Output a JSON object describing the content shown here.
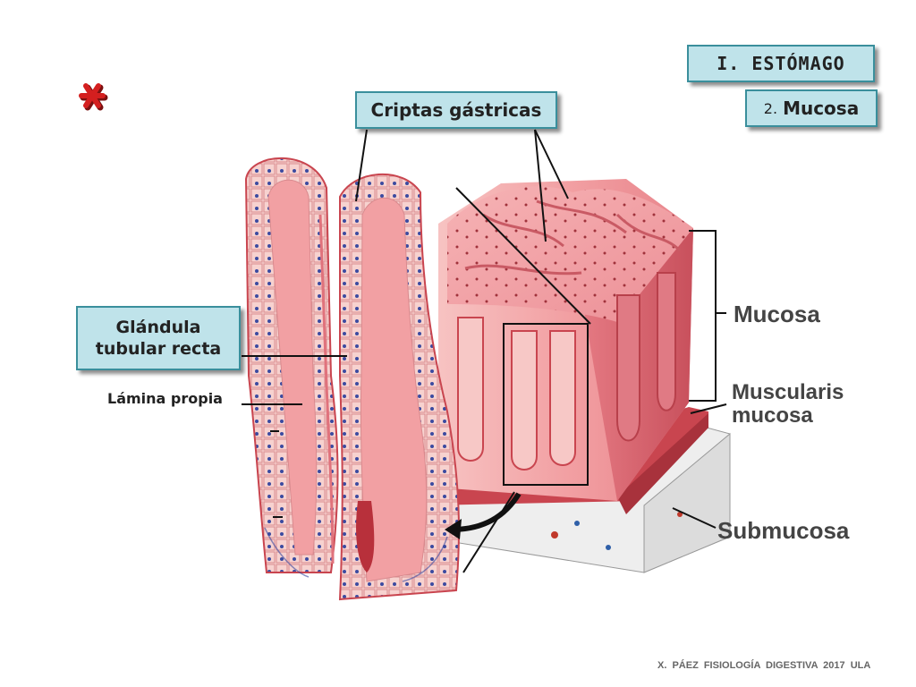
{
  "boxes": {
    "estomago": "I. ESTÓMAGO",
    "mucosa_num": "2.",
    "mucosa_word": "Mucosa",
    "criptas": "Criptas gástricas",
    "glandula_line1": "Glándula",
    "glandula_line2": "tubular recta"
  },
  "labels": {
    "lamina": "Lámina propia",
    "mucosa": "Mucosa",
    "muscularis_line1": "Muscularis",
    "muscularis_line2": "mucosa",
    "submucosa": "Submucosa"
  },
  "footer": "X. PÁEZ  FISIOLOGÍA DIGESTIVA 2017  ULA",
  "colors": {
    "box_fill": "#bfe3ea",
    "box_border": "#3a8f9c",
    "tissue_pink": "#f3a6a8",
    "tissue_dark": "#c9454f",
    "asterisk": "#d41f1f"
  },
  "icons": {
    "asterisk": "asterisk-icon"
  }
}
